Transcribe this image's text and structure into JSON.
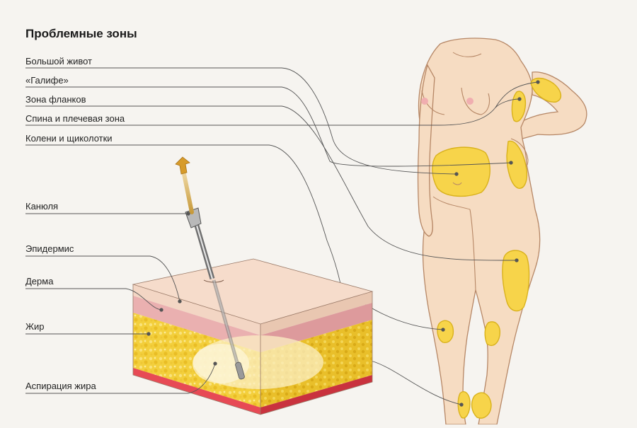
{
  "title": "Проблемные зоны",
  "zones": [
    {
      "id": "belly",
      "label": "Большой живот"
    },
    {
      "id": "galife",
      "label": "«Галифе»"
    },
    {
      "id": "flanks",
      "label": "Зона фланков"
    },
    {
      "id": "back",
      "label": "Спина и плечевая зона"
    },
    {
      "id": "knees",
      "label": "Колени и щиколотки"
    }
  ],
  "layers": [
    {
      "id": "cannula",
      "label": "Канюля"
    },
    {
      "id": "epidermis",
      "label": "Эпидермис"
    },
    {
      "id": "dermis",
      "label": "Дерма"
    },
    {
      "id": "fat",
      "label": "Жир"
    },
    {
      "id": "aspiration",
      "label": "Аспирация жира"
    }
  ],
  "colors": {
    "skin": "#f6dcc2",
    "skin_outline": "#b68766",
    "fat_zone": "#f7d44a",
    "fat_zone_outline": "#d9b21c",
    "epidermis": "#f3d6c4",
    "dermis": "#eab0b0",
    "fat_layer": "#f3cf3c",
    "muscle": "#e74a55",
    "leader_line": "#555555"
  }
}
